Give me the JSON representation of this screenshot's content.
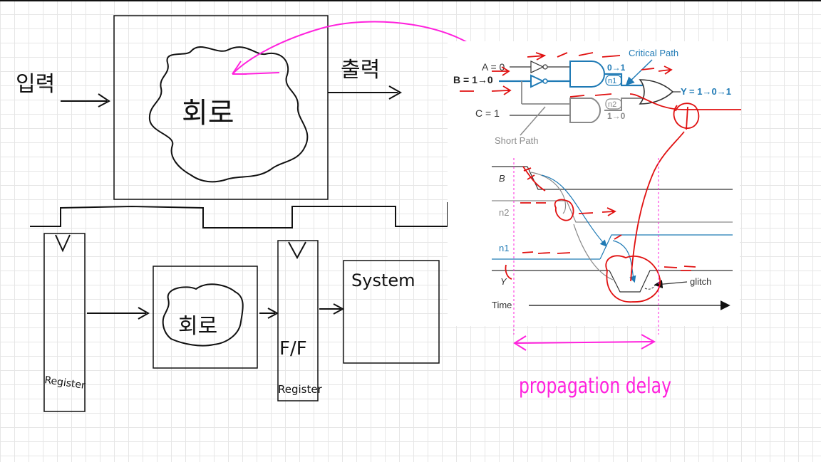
{
  "handwriting": {
    "input": "입력",
    "output": "출력",
    "circuit_top": "회로",
    "circuit_bottom": "회로",
    "ff": "F/F",
    "register_left": "Register",
    "register_right": "Register",
    "system": "System",
    "propagation_delay": "propagation delay"
  },
  "schematic": {
    "a_label": "A = 0",
    "b_label": "B = 1→0",
    "c_label": "C = 1",
    "n1": "n1",
    "n2": "n2",
    "and1_out": "0→1",
    "and2_out": "1→0",
    "y_label": "Y = 1→0→1",
    "critical_path": "Critical Path",
    "short_path": "Short Path"
  },
  "timing": {
    "b": "B",
    "n2": "n2",
    "n1": "n1",
    "y": "Y",
    "time": "Time",
    "glitch": "glitch"
  },
  "colors": {
    "ink": "#111111",
    "critical": "#1f7ab5",
    "short": "#8a8a8a",
    "red_pen": "#e01010",
    "magenta_pen": "#ff22dd"
  }
}
